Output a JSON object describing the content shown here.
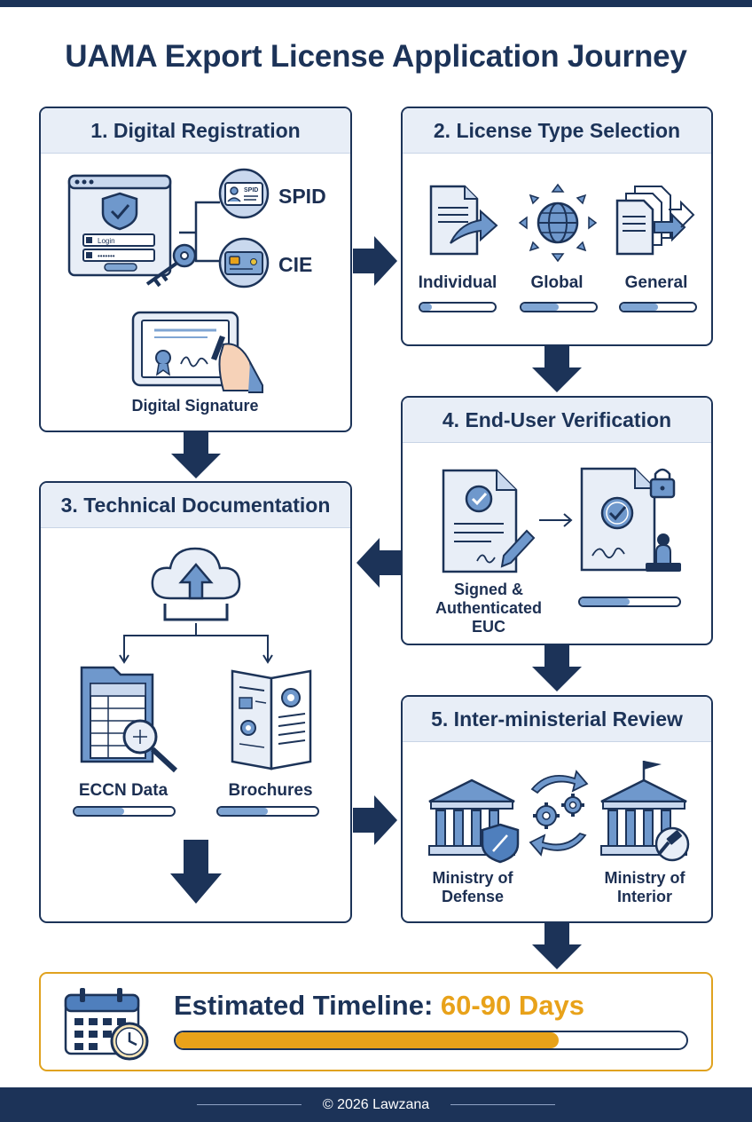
{
  "title": "UAMA Export License Application Journey",
  "steps": [
    {
      "title": "1. Digital Registration",
      "labels": {
        "spid": "SPID",
        "cie": "CIE",
        "signature": "Digital Signature",
        "login": "Login",
        "password": "•••••••",
        "card_spid": "SPID"
      }
    },
    {
      "title": "2. License Type Selection",
      "options": [
        {
          "label": "Individual",
          "progress": 0.15
        },
        {
          "label": "Global",
          "progress": 0.5
        },
        {
          "label": "General",
          "progress": 0.5
        }
      ]
    },
    {
      "title": "3. Technical Documentation",
      "items": [
        {
          "label": "ECCN Data",
          "progress": 0.5
        },
        {
          "label": "Brochures",
          "progress": 0.5
        }
      ]
    },
    {
      "title": "4. End-User Verification",
      "document_label": "Signed & Authenticated EUC",
      "progress": 0.5
    },
    {
      "title": "5. Inter-ministerial Review",
      "ministries": [
        "Ministry of Defense",
        "Ministry of Interior"
      ]
    }
  ],
  "timeline": {
    "label": "Estimated Timeline:",
    "value": "60-90 Days",
    "progress": 0.75
  },
  "footer": {
    "copyright": "© 2026 Lawzana"
  },
  "colors": {
    "navy": "#1c3358",
    "accent_blue": "#7fa5d3",
    "light_blue": "#e8eef7",
    "gold": "#e8a21a"
  }
}
